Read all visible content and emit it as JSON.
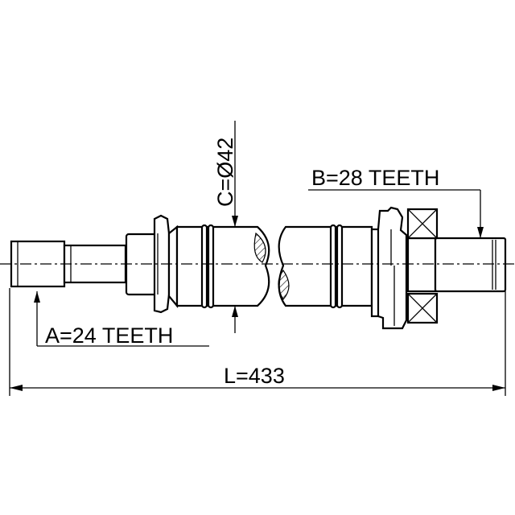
{
  "drawing": {
    "dimension_a": "A=24 TEETH",
    "dimension_b": "B=28 TEETH",
    "dimension_c": "C=Ø42",
    "dimension_l": "L=433"
  },
  "colors": {
    "line": "#000000",
    "background": "#ffffff"
  }
}
